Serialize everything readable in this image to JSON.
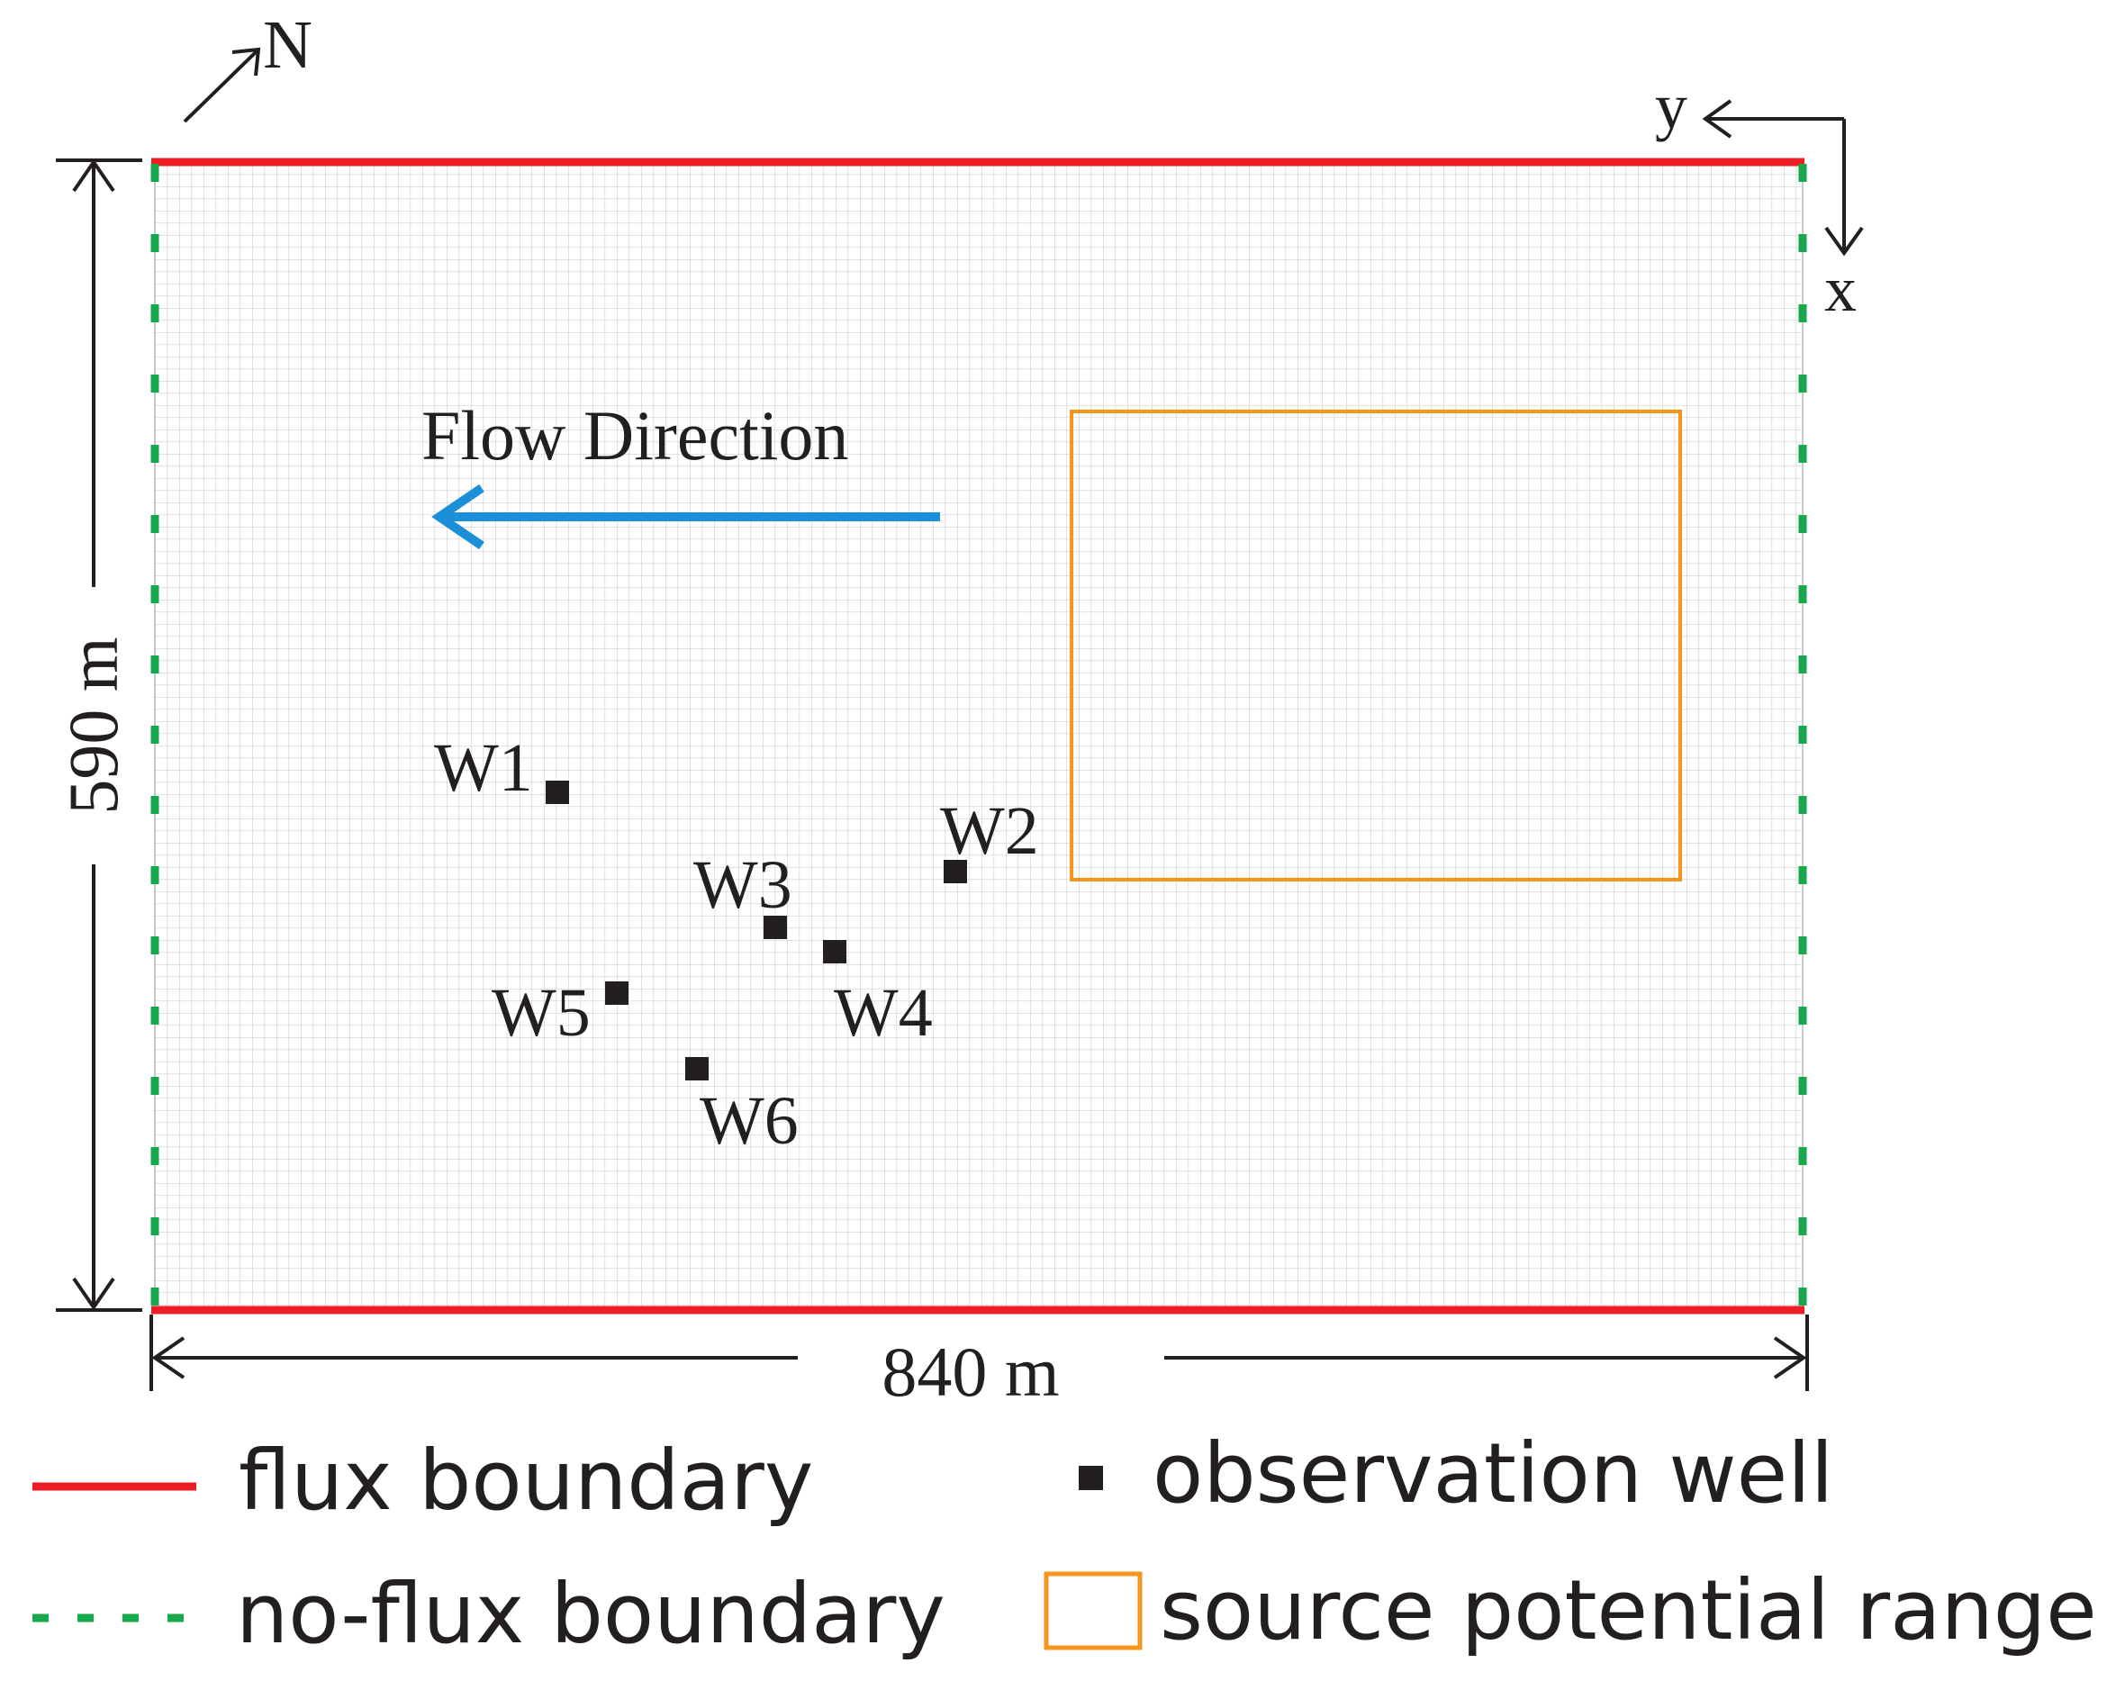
{
  "north_label": "N",
  "axes": {
    "y_label": "y",
    "x_label": "x"
  },
  "dimensions": {
    "height_label": "590 m",
    "width_label": "840 m"
  },
  "flow": {
    "label": "Flow Direction"
  },
  "wells": [
    {
      "id": "W1",
      "label": "W1"
    },
    {
      "id": "W2",
      "label": "W2"
    },
    {
      "id": "W3",
      "label": "W3"
    },
    {
      "id": "W4",
      "label": "W4"
    },
    {
      "id": "W5",
      "label": "W5"
    },
    {
      "id": "W6",
      "label": "W6"
    }
  ],
  "legend": {
    "flux": "flux boundary",
    "noflux": "no-flux boundary",
    "well": "observation well",
    "source": "source potential range"
  },
  "colors": {
    "flux": "#ee1c24",
    "noflux": "#16a84a",
    "flow": "#1b8fd8",
    "source": "#f7941d",
    "grid": "#cfcfcf",
    "ink": "#231f20"
  }
}
